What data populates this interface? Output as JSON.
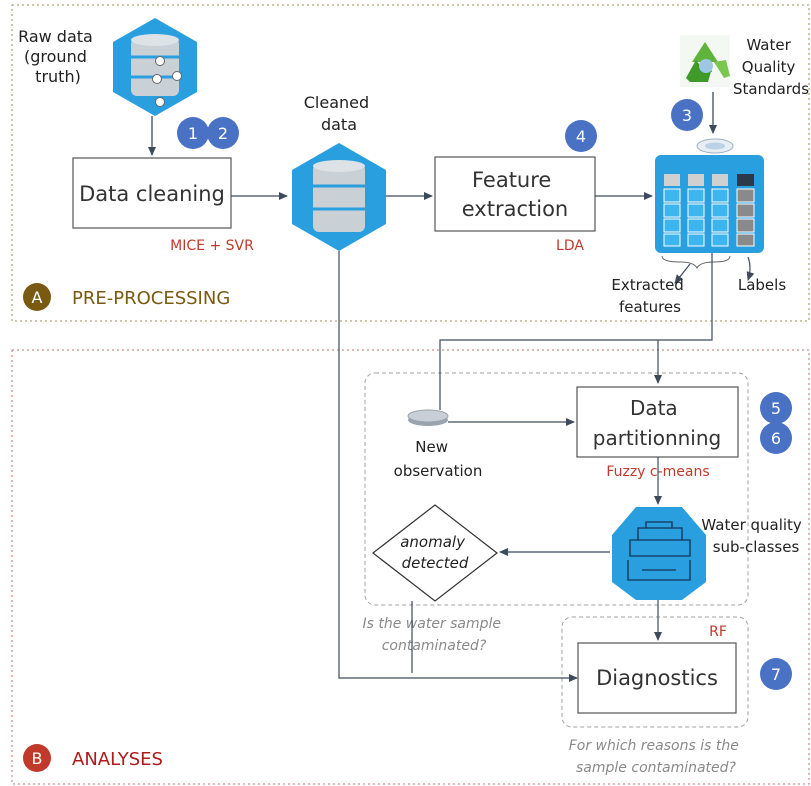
{
  "sections": {
    "preprocessing": {
      "letter": "A",
      "title": "PRE-PROCESSING",
      "color": "#7a5a12"
    },
    "analyses": {
      "letter": "B",
      "title": "ANALYSES",
      "color": "#b01a1a"
    }
  },
  "nodes": {
    "raw_data": [
      "Raw data",
      "(ground",
      "truth)"
    ],
    "cleaned_data": [
      "Cleaned",
      "data"
    ],
    "water_quality_standards": [
      "Water",
      "Quality",
      "Standards"
    ],
    "data_cleaning": "Data cleaning",
    "feature_extraction": [
      "Feature",
      "extraction"
    ],
    "extracted_features": [
      "Extracted",
      "features"
    ],
    "labels": "Labels",
    "new_observation": [
      "New",
      "observation"
    ],
    "data_partitioning": [
      "Data",
      "partitionning"
    ],
    "sub_classes": [
      "Water quality",
      "sub-classes"
    ],
    "anomaly": [
      "anomaly",
      "detected"
    ],
    "diagnostics": "Diagnostics"
  },
  "methods": {
    "cleaning": "MICE + SVR",
    "extraction": "LDA",
    "partitioning": "Fuzzy  c-means",
    "diagnostics": "RF"
  },
  "steps": [
    "1",
    "2",
    "3",
    "4",
    "5",
    "6",
    "7"
  ],
  "questions": {
    "contaminated": [
      "Is the water sample",
      "contaminated?"
    ],
    "reasons": [
      "For which reasons is the",
      "sample contaminated?"
    ]
  },
  "colors": {
    "accent_blue": "#2a9fe0",
    "step_circle": "#4a72c4",
    "method_red": "#c0392b",
    "arrow": "#3d4b5c"
  }
}
